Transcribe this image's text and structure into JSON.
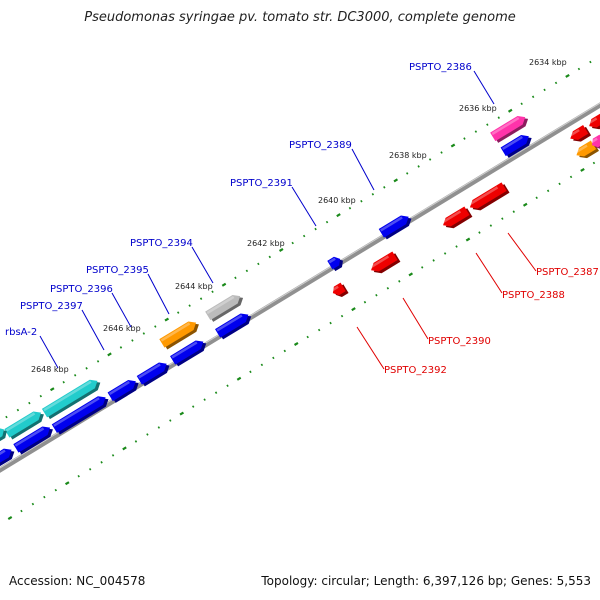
{
  "title": "Pseudomonas syringae pv. tomato str. DC3000, complete genome",
  "footer": {
    "accession": "Accession: NC_004578",
    "summary": "Topology: circular; Length: 6,397,126 bp; Genes: 5,553"
  },
  "colors": {
    "backbone": "#808080",
    "tick": "#1a8a1a",
    "forward_label": "#0000cc",
    "reverse_label": "#e00000",
    "blue": "#0000ee",
    "red": "#ee0000",
    "cyan": "#22cccc",
    "orange": "#ff9900",
    "gray": "#bbbbbb",
    "magenta": "#ff33aa"
  },
  "scale_labels": [
    "2634 kbp",
    "2636 kbp",
    "2638 kbp",
    "2640 kbp",
    "2642 kbp",
    "2644 kbp",
    "2646 kbp",
    "2648 kbp"
  ],
  "forward_labels": [
    "PSPTO_2386",
    "PSPTO_2389",
    "PSPTO_2391",
    "PSPTO_2394",
    "PSPTO_2395",
    "PSPTO_2396",
    "PSPTO_2397",
    "rbsA-2"
  ],
  "reverse_labels": [
    "PSPTO_2387",
    "PSPTO_2388",
    "PSPTO_2390",
    "PSPTO_2392"
  ]
}
